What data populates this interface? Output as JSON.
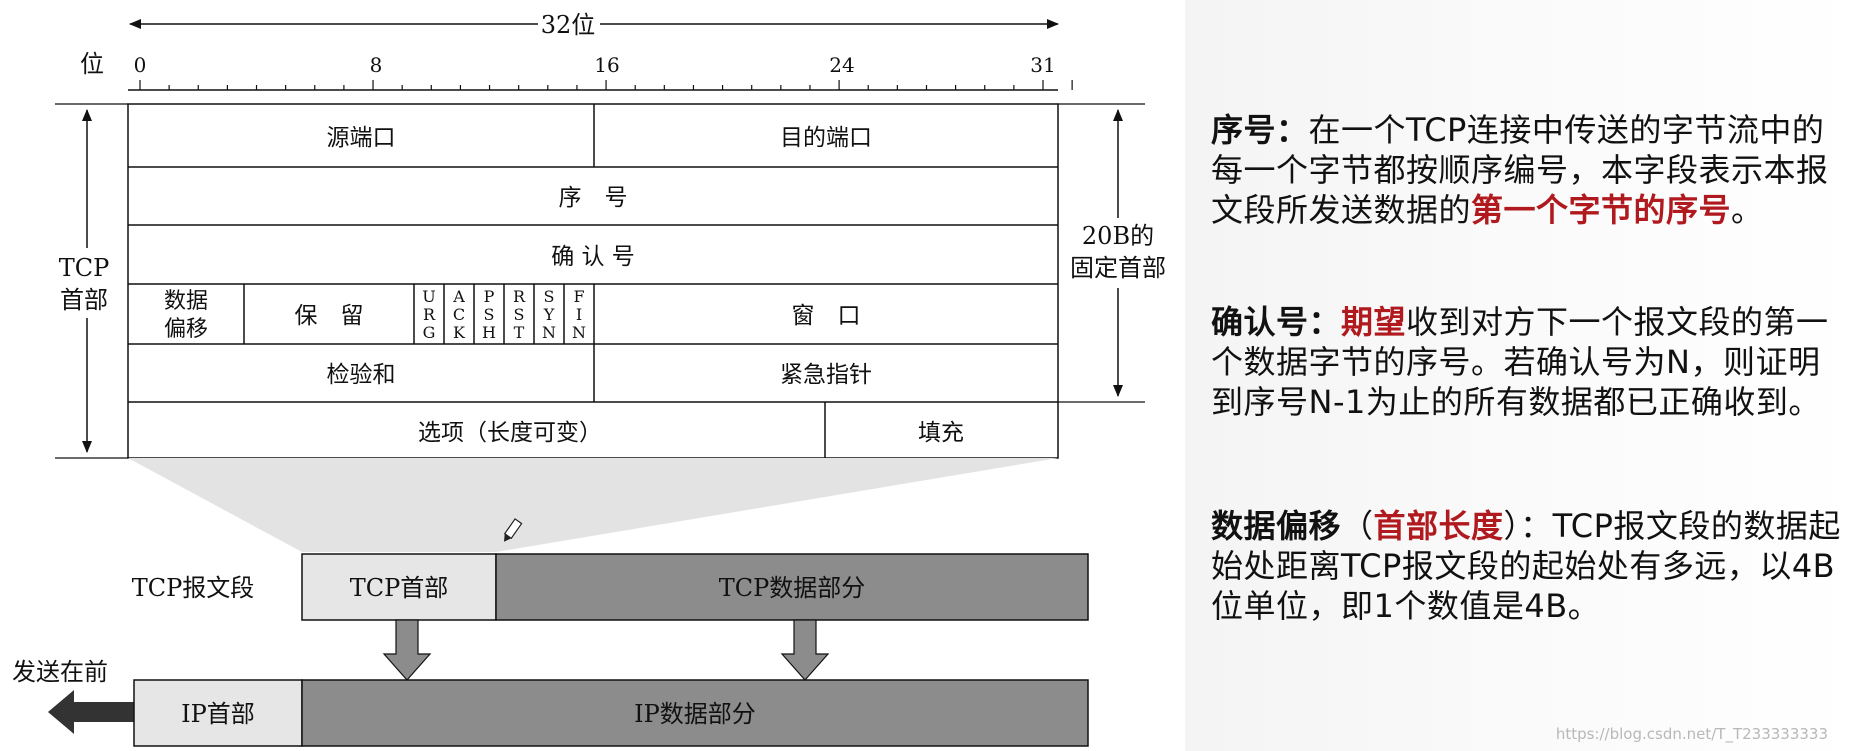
{
  "header": {
    "width_label": "32位",
    "bit_label": "位",
    "bit_ticks": [
      "0",
      "8",
      "16",
      "24",
      "31"
    ]
  },
  "tcp_header": {
    "side_label_line1": "TCP",
    "side_label_line2": "首部",
    "fixed_label_line1": "20B的",
    "fixed_label_line2": "固定首部",
    "fields": {
      "src_port": "源端口",
      "dst_port": "目的端口",
      "seq": "序　号",
      "ack": "确 认 号",
      "offset_line1": "数据",
      "offset_line2": "偏移",
      "reserved": "保　留",
      "flags": [
        [
          "U",
          "R",
          "G"
        ],
        [
          "A",
          "C",
          "K"
        ],
        [
          "P",
          "S",
          "H"
        ],
        [
          "R",
          "S",
          "T"
        ],
        [
          "S",
          "Y",
          "N"
        ],
        [
          "F",
          "I",
          "N"
        ]
      ],
      "window": "窗　口",
      "checksum": "检验和",
      "urgent": "紧急指针",
      "options": "选项（长度可变）",
      "padding": "填充"
    }
  },
  "encapsulation": {
    "segment_label": "TCP报文段",
    "tcp_header_box": "TCP首部",
    "tcp_data_box": "TCP数据部分",
    "send_first": "发送在前",
    "ip_header_box": "IP首部",
    "ip_data_box": "IP数据部分"
  },
  "notes": {
    "seq": {
      "term": "序号",
      "sep": "：",
      "text_before": "在一个TCP连接中传送的字节流中的每一个字节都按顺序编号，本字段表示本报文段所发送数据的",
      "highlight": "第一个字节的序号",
      "text_after": "。"
    },
    "ack": {
      "term": "确认号",
      "sep": "：",
      "highlight": "期望",
      "text": "收到对方下一个报文段的第一个数据字节的序号。若确认号为N，则证明到序号N-1为止的所有数据都已正确收到。"
    },
    "offset": {
      "term": "数据偏移",
      "paren_open": "（",
      "highlight": "首部长度",
      "paren_close": "）",
      "text": "：TCP报文段的数据起始处距离TCP报文段的起始处有多远，以4B位单位，即1个数值是4B。"
    }
  },
  "watermark": "https://blog.csdn.net/T_T233333333",
  "colors": {
    "light_box": "#e6e6e6",
    "dark_box": "#8c8c8c",
    "highlight_red": "#b0191e"
  }
}
